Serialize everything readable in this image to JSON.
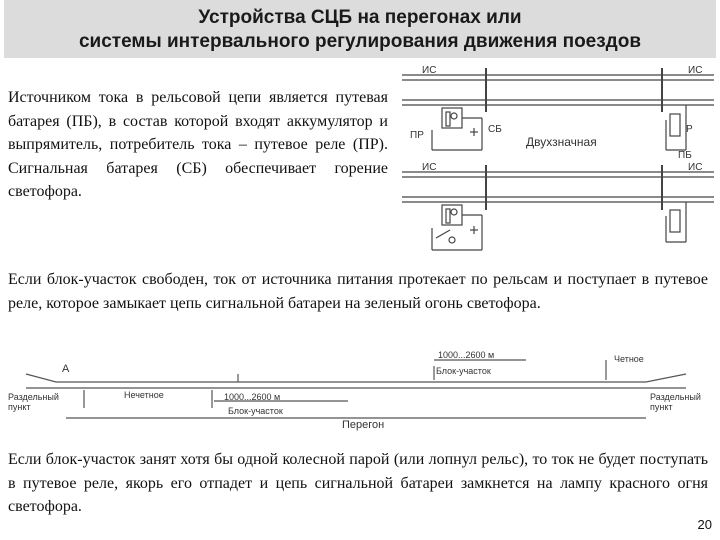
{
  "header": {
    "title_line1": "Устройства СЦБ на перегонах или",
    "title_line2": "системы интервального регулирования движения поездов"
  },
  "paragraphs": [
    "Источником тока в рельсовой цепи является путевая батарея (ПБ), в состав которой входят аккумулятор и выпрямитель, потребитель тока – путевое реле (ПР). Сигнальная батарея (СБ) обеспечивает горение светофора.",
    "Если блок-участок свободен, ток от источника питания протекает по рельсам и поступает в путевое реле, которое замыкает цепь сигнальной батареи на зеленый огонь светофора.",
    "Если блок-участок занят хотя бы одной колесной парой (или лопнул рельс), то ток не будет поступать в путевое реле, якорь его отпадет и цепь сигнальной батареи замкнется на лампу красного огня светофора."
  ],
  "circuit_diagram": {
    "is_left_top": "ИС",
    "is_right_top": "ИС",
    "pr": "ПР",
    "sb": "СБ",
    "mode": "Двухзначная",
    "r": "Р",
    "pb": "ПБ",
    "is_left_bottom": "ИС",
    "is_right_bottom": "ИС"
  },
  "track_diagram": {
    "point_a": "А",
    "left_station": [
      "Раздельный",
      "пункт"
    ],
    "right_station": [
      "Раздельный",
      "пункт"
    ],
    "odd": "Нечетное",
    "even": "Четное",
    "len_top": "1000...2600 м",
    "block_top": "Блок-участок",
    "len_bottom": "1000...2600 м",
    "block_bottom": "Блок-участок",
    "stage": "Перегон"
  },
  "page_number": "20"
}
